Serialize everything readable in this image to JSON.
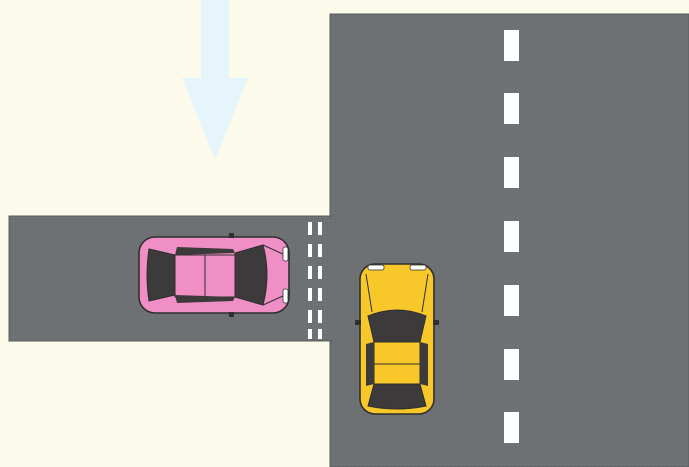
{
  "scene": {
    "background_color": "#fbfaeb",
    "road_color": "#6e7173",
    "road_edge_color": "#5a5d60",
    "lane_marking_color": "#ffffff",
    "arrow_color": "#e6f4fb",
    "arrow_icon": "down-arrow-icon",
    "cars": [
      {
        "name": "pink-car",
        "icon": "car-icon",
        "color": "#f08ec6",
        "orientation": "facing-right"
      },
      {
        "name": "yellow-car",
        "icon": "car-icon",
        "color": "#f8c82a",
        "orientation": "facing-up"
      }
    ]
  }
}
